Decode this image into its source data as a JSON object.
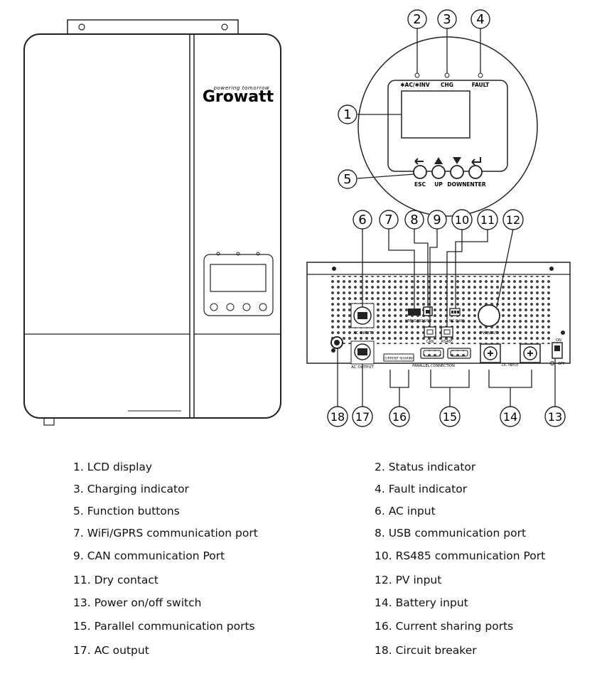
{
  "panel": {
    "indicator_labels": [
      "✱AC/✱INV",
      "CHG",
      "FAULT"
    ],
    "button_labels": [
      "ESC",
      "UP",
      "DOWN",
      "ENTER"
    ]
  },
  "brand": {
    "name": "Growatt",
    "tagline": "powering tomorrow"
  },
  "rear_labels": {
    "ac_input": "AC INPUT",
    "ac_output": "AC OUTPUT",
    "pv_input": "PV INPUT",
    "dc_input": "DC INPUT",
    "wifi": "WIFI/GPRS",
    "usb": "USB",
    "can": "CAN",
    "rs485": "RS485",
    "dry": "NC C NO",
    "parallel": "PARALLEL CONNECTION",
    "current_sharing": "CURRENT SHARING",
    "switch_on": "ON",
    "switch_off": "OFF"
  },
  "callouts": [
    "1",
    "2",
    "3",
    "4",
    "5",
    "6",
    "7",
    "8",
    "9",
    "10",
    "11",
    "12",
    "13",
    "14",
    "15",
    "16",
    "17",
    "18"
  ],
  "legend": [
    "1. LCD display",
    "2. Status indicator",
    "3. Charging indicator",
    "4. Fault indicator",
    "5. Function buttons",
    "6. AC input",
    "7. WiFi/GPRS communication port",
    "8. USB communication port",
    "9. CAN communication Port",
    "10. RS485 communication Port",
    "11. Dry contact",
    "12. PV input",
    "13. Power on/off switch",
    "14. Battery input",
    "15. Parallel communication ports",
    "16. Current sharing ports",
    "17. AC output",
    "18. Circuit breaker"
  ]
}
